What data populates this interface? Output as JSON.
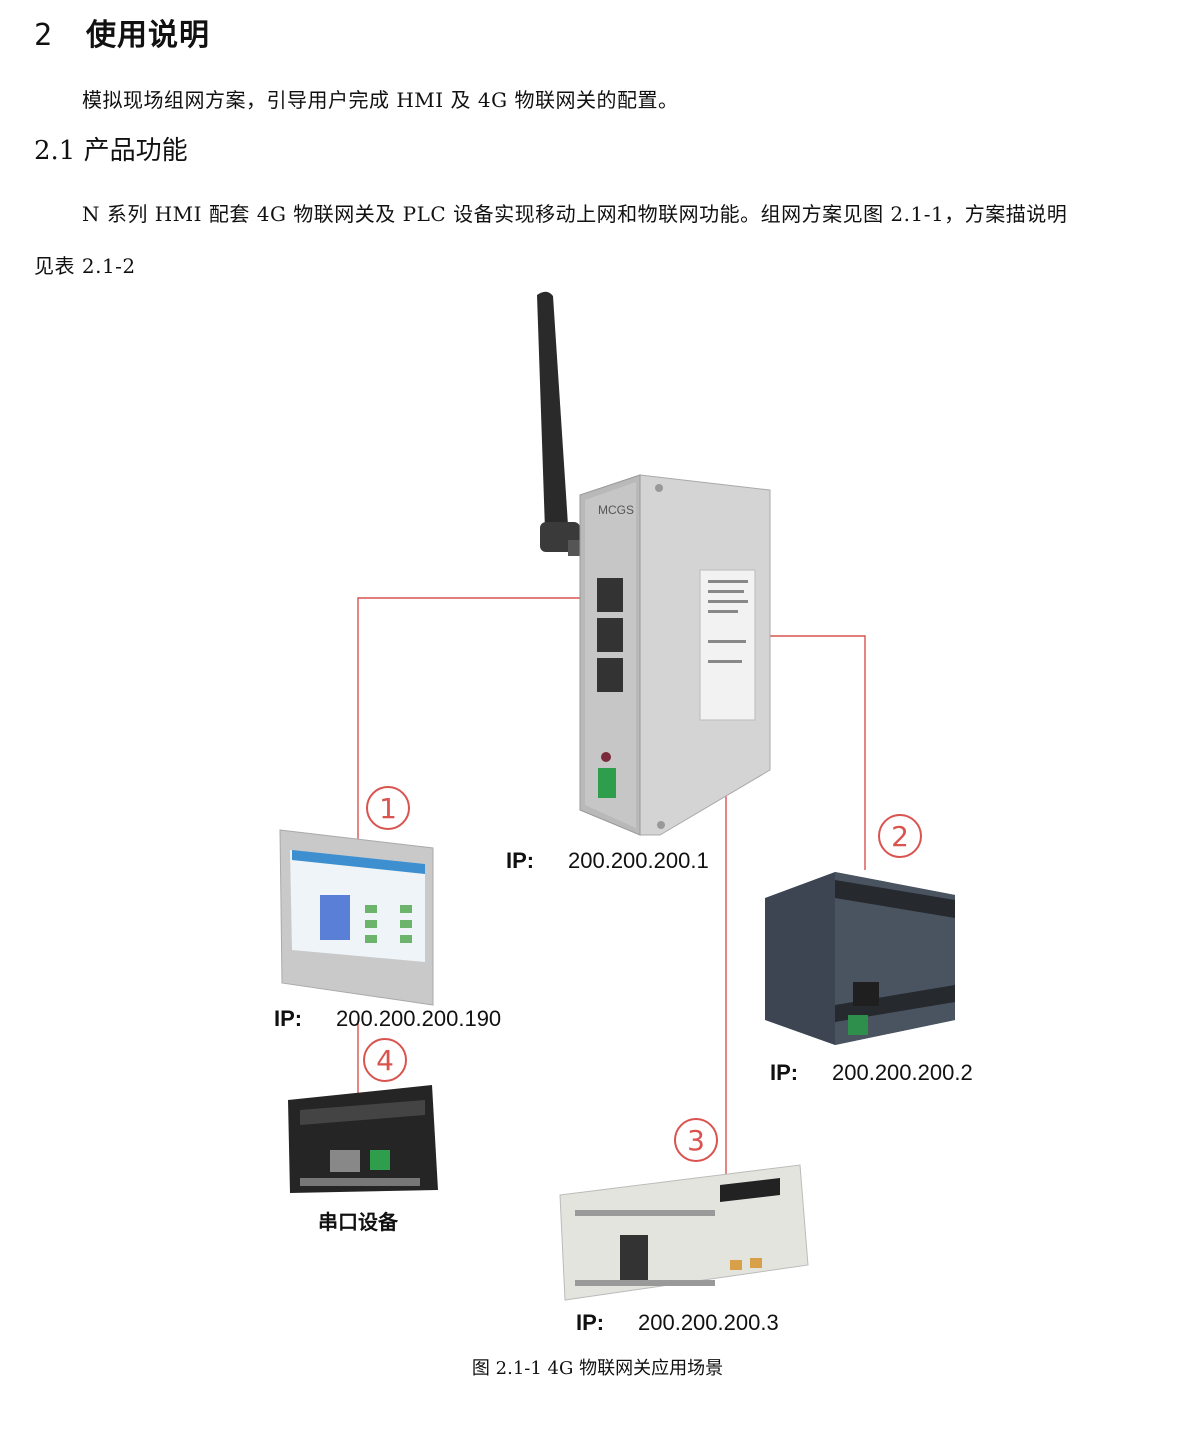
{
  "section": {
    "number": "2",
    "title": "使用说明"
  },
  "intro": "模拟现场组网方案，引导用户完成 HMI 及 4G 物联网关的配置。",
  "subsection": {
    "title": "2.1 产品功能"
  },
  "body_line1": "N 系列 HMI 配套 4G 物联网关及 PLC 设备实现移动上网和物联网功能。组网方案见图 2.1-1，方案描说明",
  "body_line2": "见表 2.1-2",
  "figure": {
    "gateway": {
      "brand": "MCGS",
      "ip_label": "IP:",
      "ip": "200.200.200.1"
    },
    "hmi": {
      "ip_label": "IP:",
      "ip": "200.200.200.190"
    },
    "plc_right": {
      "ip_label": "IP:",
      "ip": "200.200.200.2"
    },
    "plc_bottom": {
      "ip_label": "IP:",
      "ip": "200.200.200.3"
    },
    "serial_device": {
      "caption": "串口设备"
    },
    "markers": [
      "①",
      "②",
      "③",
      "④"
    ],
    "line_color": "#d9534f",
    "caption": "图 2.1-1 4G 物联网关应用场景"
  }
}
